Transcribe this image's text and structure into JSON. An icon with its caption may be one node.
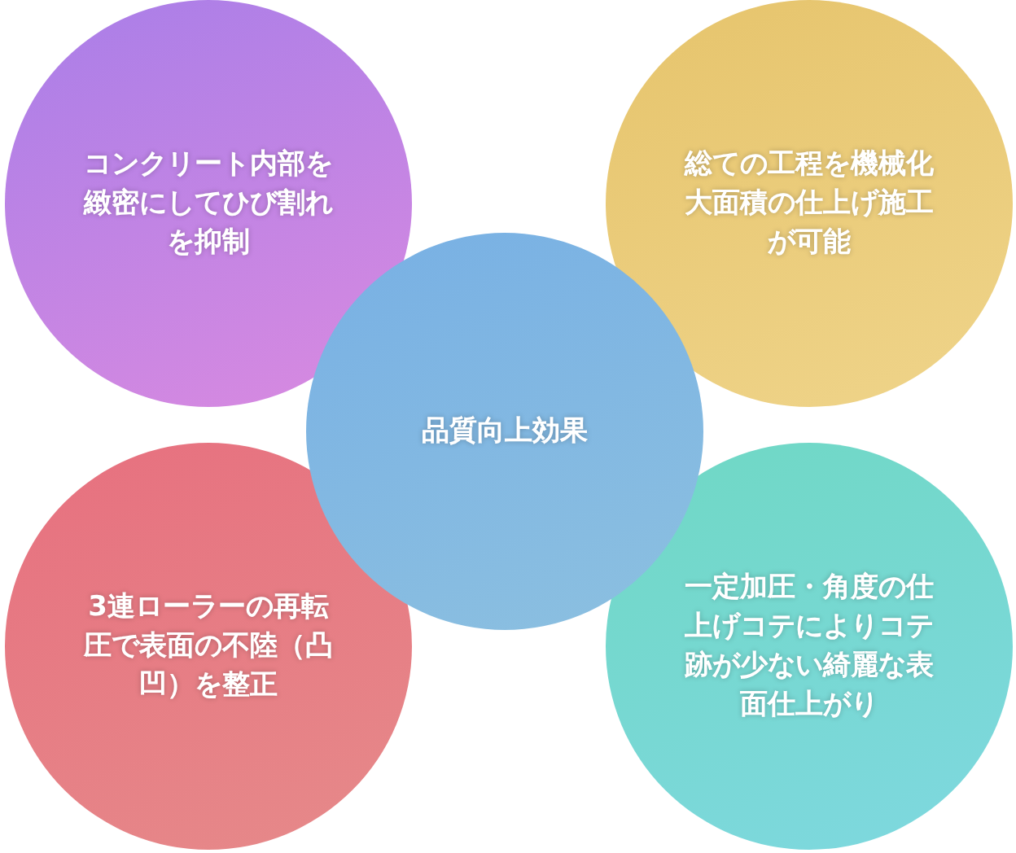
{
  "diagram": {
    "nodes": [
      {
        "text": [
          "コンクリート内部を緻密にしてひび割れを抑制"
        ]
      },
      {
        "text": [
          "総ての工程を機械化大面積の仕上げ施工が可能"
        ]
      },
      {
        "text": [
          "品質向上効果"
        ]
      },
      {
        "text": [
          "3連ローラーの再転圧で表面の不陸（凸凹）を整正"
        ]
      },
      {
        "text": [
          "一定加圧・角度の仕上げコテによりコテ跡が少ない綺麗な表面仕上がり"
        ]
      }
    ]
  }
}
